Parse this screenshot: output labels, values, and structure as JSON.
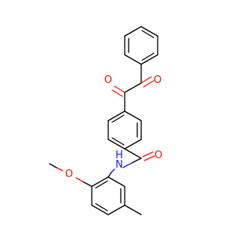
{
  "molecule": {
    "atoms": {
      "o_ketone_left": "O",
      "o_ketone_right": "O",
      "o_amide": "O",
      "n_amide": "N",
      "h_amide": "H",
      "o_methoxy": "O"
    },
    "colors": {
      "bond": "#000000",
      "oxygen": "#e8190f",
      "nitrogen": "#1f22e6"
    }
  }
}
